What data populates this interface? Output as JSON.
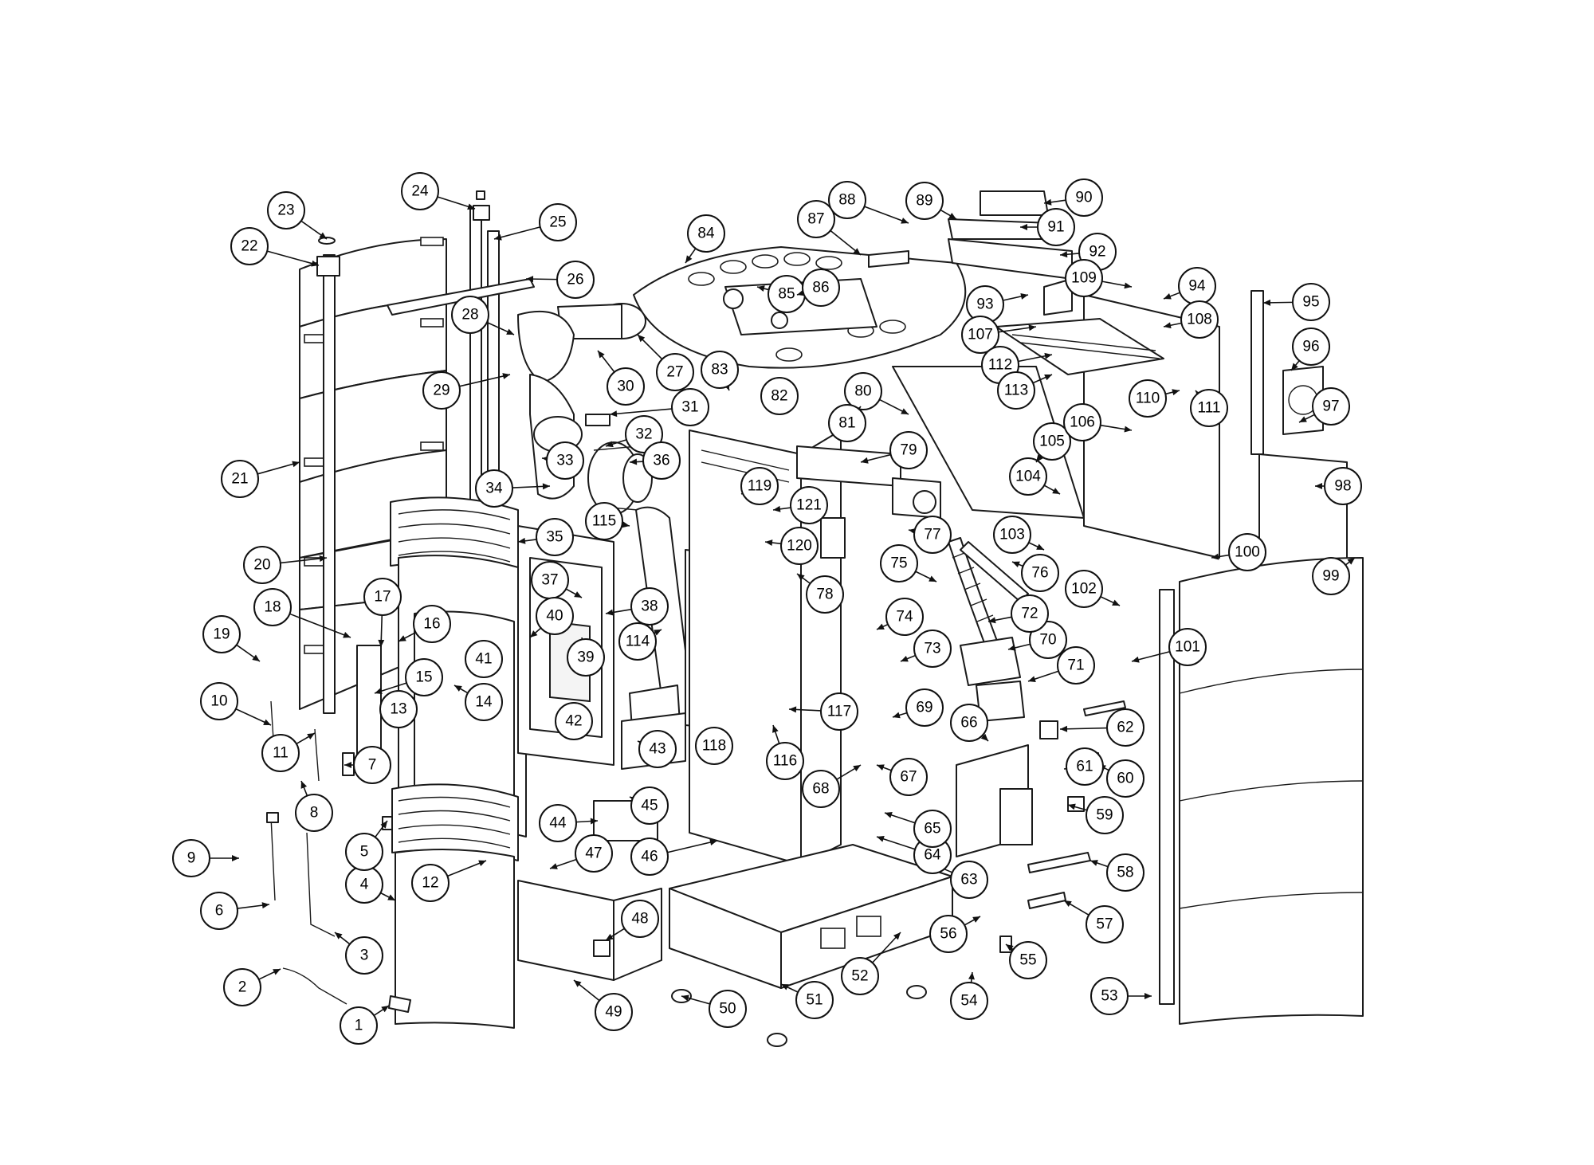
{
  "figure": {
    "type": "exploded parts diagram",
    "line_color": "#1a1a1a",
    "background": "#ffffff"
  },
  "callouts": [
    {
      "label": "1"
    },
    {
      "label": "2"
    },
    {
      "label": "3"
    },
    {
      "label": "4"
    },
    {
      "label": "5"
    },
    {
      "label": "6"
    },
    {
      "label": "7"
    },
    {
      "label": "8"
    },
    {
      "label": "9"
    },
    {
      "label": "10"
    },
    {
      "label": "11"
    },
    {
      "label": "12"
    },
    {
      "label": "13"
    },
    {
      "label": "14"
    },
    {
      "label": "15"
    },
    {
      "label": "16"
    },
    {
      "label": "17"
    },
    {
      "label": "18"
    },
    {
      "label": "19"
    },
    {
      "label": "20"
    },
    {
      "label": "21"
    },
    {
      "label": "22"
    },
    {
      "label": "23"
    },
    {
      "label": "24"
    },
    {
      "label": "25"
    },
    {
      "label": "26"
    },
    {
      "label": "27"
    },
    {
      "label": "28"
    },
    {
      "label": "29"
    },
    {
      "label": "30"
    },
    {
      "label": "31"
    },
    {
      "label": "32"
    },
    {
      "label": "33"
    },
    {
      "label": "34"
    },
    {
      "label": "35"
    },
    {
      "label": "36"
    },
    {
      "label": "37"
    },
    {
      "label": "38"
    },
    {
      "label": "39"
    },
    {
      "label": "40"
    },
    {
      "label": "41"
    },
    {
      "label": "42"
    },
    {
      "label": "43"
    },
    {
      "label": "44"
    },
    {
      "label": "45"
    },
    {
      "label": "46"
    },
    {
      "label": "47"
    },
    {
      "label": "48"
    },
    {
      "label": "49"
    },
    {
      "label": "50"
    },
    {
      "label": "51"
    },
    {
      "label": "52"
    },
    {
      "label": "53"
    },
    {
      "label": "54"
    },
    {
      "label": "55"
    },
    {
      "label": "56"
    },
    {
      "label": "57"
    },
    {
      "label": "58"
    },
    {
      "label": "59"
    },
    {
      "label": "60"
    },
    {
      "label": "61"
    },
    {
      "label": "62"
    },
    {
      "label": "63"
    },
    {
      "label": "64"
    },
    {
      "label": "65"
    },
    {
      "label": "66"
    },
    {
      "label": "67"
    },
    {
      "label": "68"
    },
    {
      "label": "69"
    },
    {
      "label": "70"
    },
    {
      "label": "71"
    },
    {
      "label": "72"
    },
    {
      "label": "73"
    },
    {
      "label": "74"
    },
    {
      "label": "75"
    },
    {
      "label": "76"
    },
    {
      "label": "77"
    },
    {
      "label": "78"
    },
    {
      "label": "79"
    },
    {
      "label": "80"
    },
    {
      "label": "81"
    },
    {
      "label": "82"
    },
    {
      "label": "83"
    },
    {
      "label": "84"
    },
    {
      "label": "85"
    },
    {
      "label": "86"
    },
    {
      "label": "87"
    },
    {
      "label": "88"
    },
    {
      "label": "89"
    },
    {
      "label": "90"
    },
    {
      "label": "91"
    },
    {
      "label": "92"
    },
    {
      "label": "93"
    },
    {
      "label": "94"
    },
    {
      "label": "95"
    },
    {
      "label": "96"
    },
    {
      "label": "97"
    },
    {
      "label": "98"
    },
    {
      "label": "99"
    },
    {
      "label": "100"
    },
    {
      "label": "101"
    },
    {
      "label": "102"
    },
    {
      "label": "103"
    },
    {
      "label": "104"
    },
    {
      "label": "105"
    },
    {
      "label": "106"
    },
    {
      "label": "107"
    },
    {
      "label": "108"
    },
    {
      "label": "109"
    },
    {
      "label": "110"
    },
    {
      "label": "111"
    },
    {
      "label": "112"
    },
    {
      "label": "113"
    },
    {
      "label": "114"
    },
    {
      "label": "115"
    },
    {
      "label": "116"
    },
    {
      "label": "117"
    },
    {
      "label": "118"
    },
    {
      "label": "119"
    },
    {
      "label": "120"
    },
    {
      "label": "121"
    }
  ]
}
